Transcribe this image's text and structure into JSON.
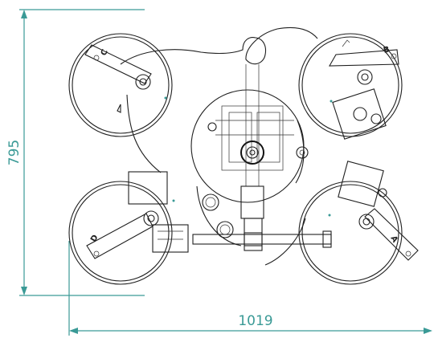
{
  "dimensions": {
    "height": "795",
    "width": "1019"
  },
  "arm_labels": {
    "top_left": "C",
    "top_right": "B",
    "bottom_left": "D",
    "bottom_right": "A"
  },
  "colors": {
    "dimension": "#3a9a96",
    "linework": "#1f1f1f"
  }
}
